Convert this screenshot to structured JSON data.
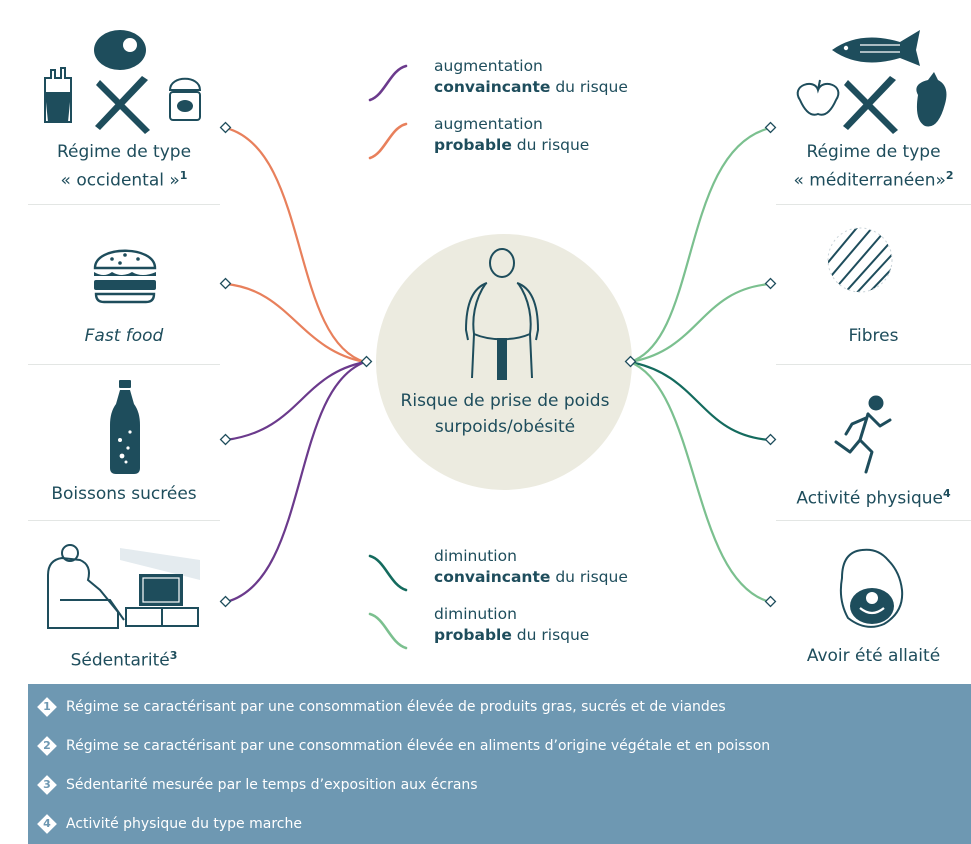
{
  "colors": {
    "convincing_increase": "#6b3a8c",
    "probable_increase": "#e8805c",
    "convincing_decrease": "#146b5e",
    "probable_decrease": "#7bc08f",
    "center_circle": "#ecebe0",
    "footer_bg": "#6e98b2",
    "text": "#1e4d5c"
  },
  "center": {
    "line1": "Risque de prise de poids",
    "line2": "surpoids/obésité",
    "icon": "person-silhouette-icon"
  },
  "left_factors": [
    {
      "label": "Régime de type",
      "label2": "« occidental »",
      "note": "1",
      "icon": "western-diet-icon",
      "evidence": "probable_increase"
    },
    {
      "label": "Fast food",
      "icon": "burger-icon",
      "evidence": "probable_increase"
    },
    {
      "label": "Boissons sucrées",
      "icon": "soda-bottle-icon",
      "evidence": "convincing_increase"
    },
    {
      "label": "Sédentarité",
      "note": "3",
      "icon": "screen-time-icon",
      "evidence": "convincing_increase"
    }
  ],
  "right_factors": [
    {
      "label": "Régime de type",
      "label2": "« méditerranéen»",
      "note": "2",
      "icon": "mediterranean-diet-icon",
      "evidence": "probable_decrease"
    },
    {
      "label": "Fibres",
      "icon": "fibres-icon",
      "evidence": "probable_decrease"
    },
    {
      "label": "Activité physique",
      "note": "4",
      "icon": "runner-icon",
      "evidence": "convincing_decrease"
    },
    {
      "label": "Avoir été allaité",
      "icon": "breastfeeding-icon",
      "evidence": "probable_decrease"
    }
  ],
  "legend": {
    "increase": [
      {
        "line1": "augmentation",
        "strong": "convaincante",
        "rest": " du risque"
      },
      {
        "line1": "augmentation",
        "strong": "probable",
        "rest": " du risque"
      }
    ],
    "decrease": [
      {
        "line1": "diminution",
        "strong": "convaincante",
        "rest": " du risque"
      },
      {
        "line1": "diminution",
        "strong": "probable",
        "rest": " du risque"
      }
    ]
  },
  "footnotes": [
    {
      "num": "1",
      "text": "Régime se caractérisant par une consommation élevée de produits gras, sucrés et de viandes"
    },
    {
      "num": "2",
      "text": "Régime se caractérisant par une consommation élevée en aliments d’origine végétale et en poisson"
    },
    {
      "num": "3",
      "text": "Sédentarité mesurée par le temps d’exposition aux écrans"
    },
    {
      "num": "4",
      "text": "Activité physique du type marche"
    }
  ]
}
